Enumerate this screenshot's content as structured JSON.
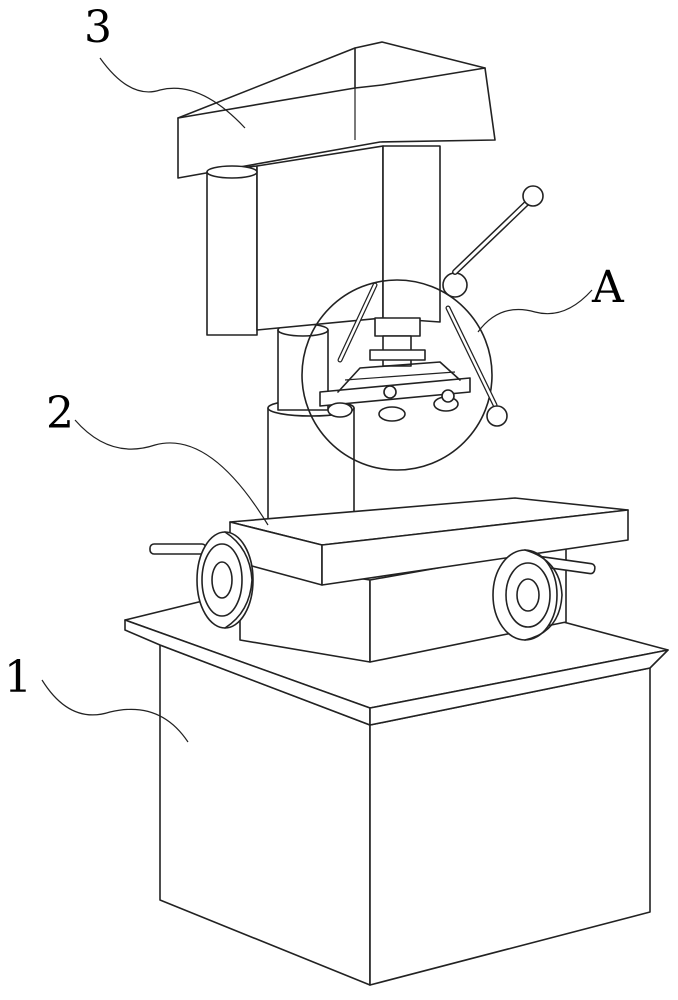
{
  "figure": {
    "labels": {
      "base": "1",
      "table": "2",
      "head": "3",
      "detail": "A"
    }
  }
}
